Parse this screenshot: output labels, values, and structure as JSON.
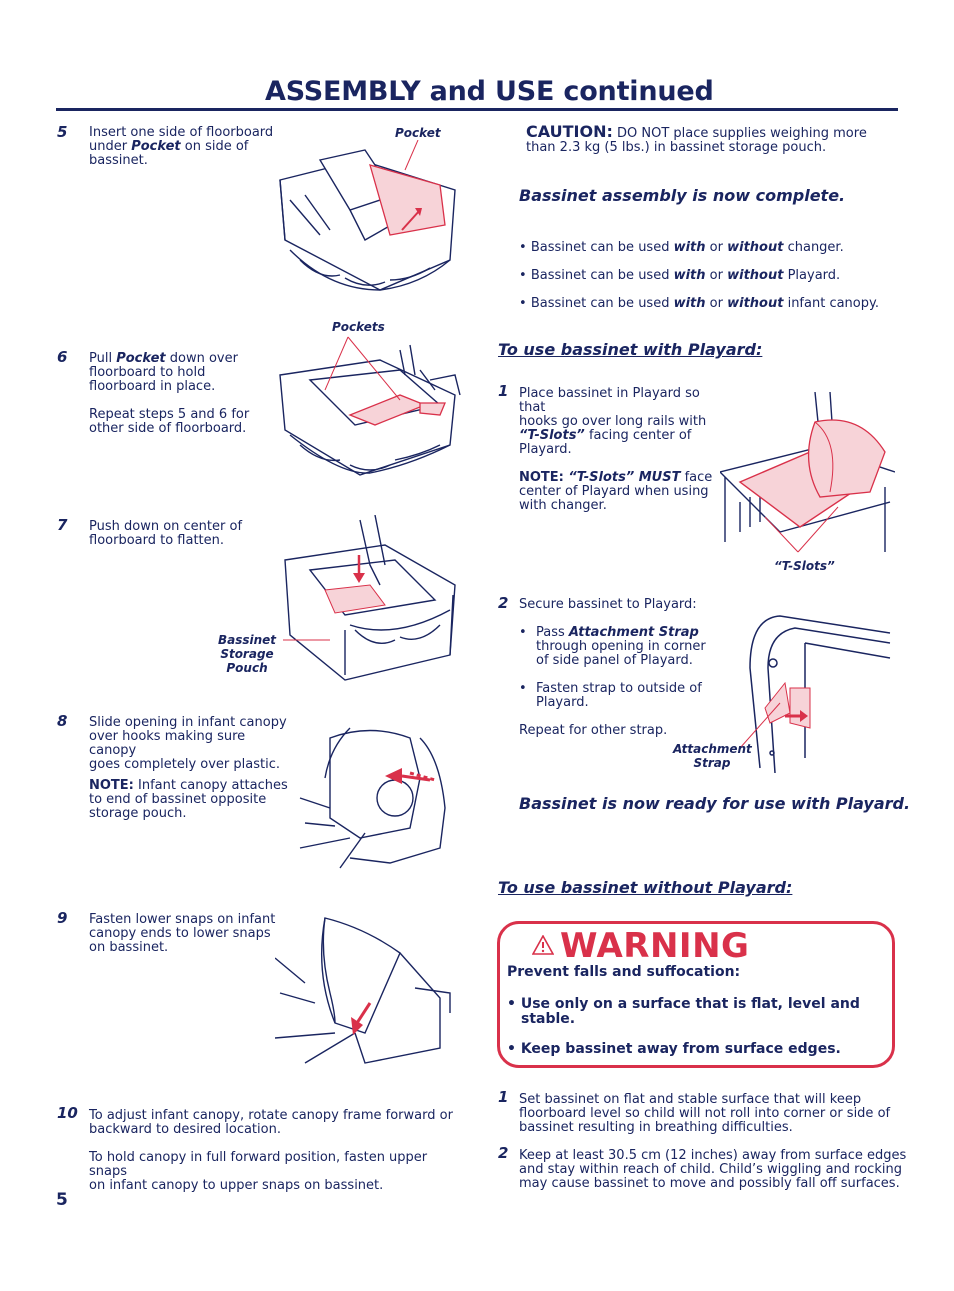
{
  "page_title": "ASSEMBLY and USE continued",
  "page_number": "5",
  "left_steps": [
    {
      "num": "5",
      "lines": [
        "Insert one side of floorboard",
        "under ",
        "Pocket",
        " on side of",
        "bassinet."
      ]
    },
    {
      "num": "6",
      "line1a": "Pull ",
      "line1b": "Pocket",
      "line1c": " down over",
      "line2": "floorboard to hold",
      "line3": "floorboard in place.",
      "line4": "Repeat steps 5 and 6 for",
      "line5": "other side of floorboard."
    },
    {
      "num": "7",
      "line1": "Push down on center of",
      "line2": "floorboard to flatten."
    },
    {
      "num": "8",
      "line1": "Slide opening in infant canopy",
      "line2": "over hooks making sure canopy",
      "line3": "goes completely over plastic.",
      "note_label": "NOTE:",
      "note1": "  Infant canopy attaches",
      "note2": "to end of bassinet opposite",
      "note3": "storage pouch."
    },
    {
      "num": "9",
      "line1": "Fasten lower snaps on infant",
      "line2": "canopy ends to lower snaps",
      "line3": "on bassinet."
    },
    {
      "num": "10",
      "line1": "To adjust infant canopy, rotate canopy frame forward or",
      "line2": "backward to desired location.",
      "line3": "To hold canopy in full forward position, fasten upper snaps",
      "line4": "on infant canopy to upper snaps on bassinet."
    }
  ],
  "labels": {
    "pocket": "Pocket",
    "pockets": "Pockets",
    "storage_pouch_1": "Bassinet",
    "storage_pouch_2": "Storage Pouch",
    "t_slots": "“T-Slots”",
    "attachment_1": "Attachment",
    "attachment_2": "Strap"
  },
  "caution": {
    "label": "CAUTION:",
    "line1": "  DO NOT place supplies weighing more",
    "line2": "than 2.3 kg (5 lbs.) in bassinet storage pouch."
  },
  "complete_heading": "Bassinet assembly is now complete.",
  "bullets": [
    {
      "pre": "Bassinet can be used ",
      "w1": "with",
      "mid": " or ",
      "w2": "without",
      "post": " changer."
    },
    {
      "pre": "Bassinet can be used ",
      "w1": "with",
      "mid": " or ",
      "w2": "without",
      "post": " Playard."
    },
    {
      "pre": "Bassinet can be used ",
      "w1": "with",
      "mid": " or ",
      "w2": "without",
      "post": " infant canopy."
    }
  ],
  "with_playard": {
    "heading": "To use bassinet with Playard:",
    "step1_num": "1",
    "s1_l1": "Place bassinet in Playard so that",
    "s1_l2": "hooks go over long rails with",
    "s1_l3a": "“T-Slots”",
    "s1_l3b": " facing center of",
    "s1_l4": "Playard.",
    "note_label": "NOTE:",
    "note_l1a": "  “T-Slots” MUST",
    "note_l1b": " face",
    "note_l2": "center of Playard when using",
    "note_l3": "with changer.",
    "step2_num": "2",
    "s2_l1": "Secure bassinet to Playard:",
    "s2_b1a": "Pass ",
    "s2_b1b": "Attachment Strap",
    "s2_b1c": "through opening in corner",
    "s2_b1d": "of side panel of Playard.",
    "s2_b2a": "Fasten strap to outside of",
    "s2_b2b": "Playard.",
    "s2_repeat": "Repeat for other strap.",
    "bullet_mark": "•",
    "ready": "Bassinet is now ready for use with Playard."
  },
  "without_playard": {
    "heading": "To use bassinet without Playard:",
    "warning_title": "WARNING",
    "warn_l1": "Prevent falls and suffocation:",
    "warn_b1a": "• Use only on a surface that is flat, level and",
    "warn_b1b": "stable.",
    "warn_b2": "• Keep bassinet away from surface edges.",
    "step1_num": "1",
    "s1_l1": "Set bassinet on flat and stable surface that will keep",
    "s1_l2": "floorboard level so child will not roll into corner or side of",
    "s1_l3": "bassinet resulting in breathing difficulties.",
    "step2_num": "2",
    "s2_l1": "Keep at least 30.5 cm (12 inches) away from surface edges",
    "s2_l2": "and stay within reach of child.  Child’s wiggling and rocking",
    "s2_l3": "may cause bassinet to move and possibly fall off surfaces."
  },
  "colors": {
    "navy": "#1a2560",
    "red": "#d9314a",
    "pink": "#f7d3d8"
  }
}
